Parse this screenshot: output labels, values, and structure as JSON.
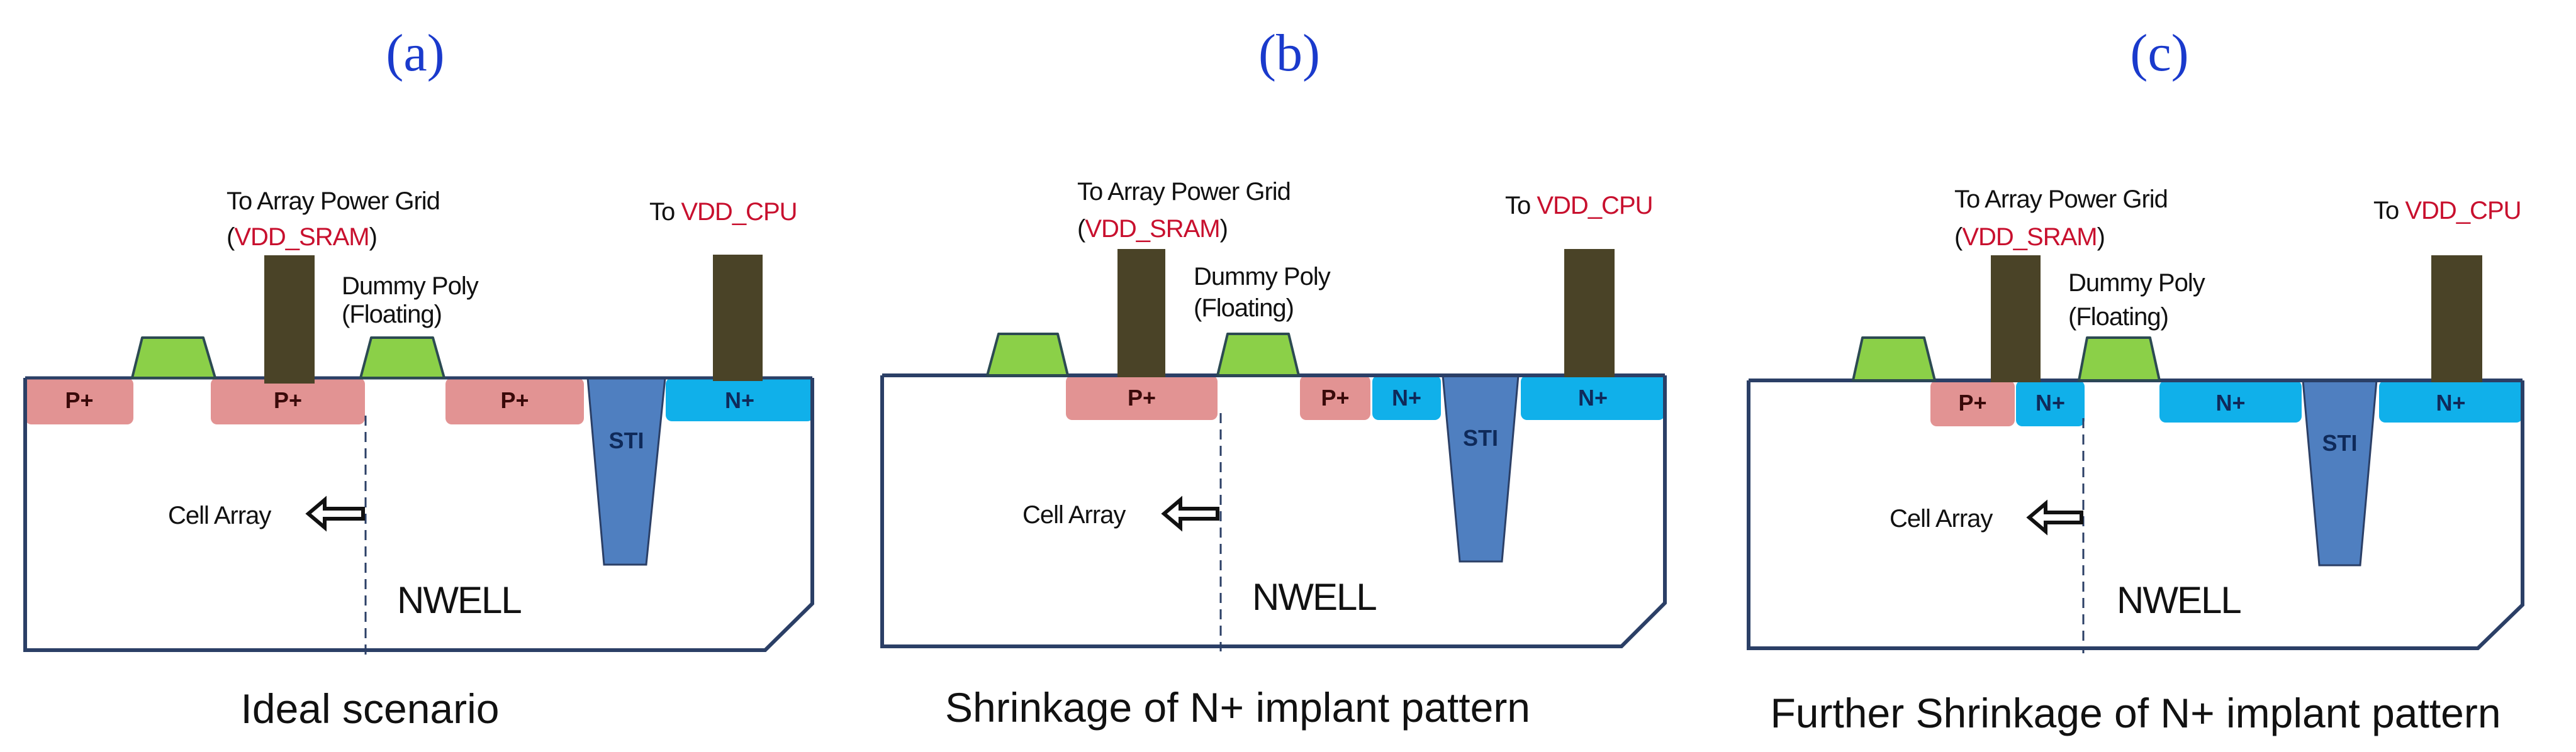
{
  "figure": {
    "colors": {
      "panel_label": "#1a3acc",
      "text": "#111111",
      "supply_red": "#c8102e",
      "p_plus": "#e29393",
      "n_plus": "#10b0ea",
      "sti": "#4f7fc0",
      "poly": "#8bd048",
      "poly_outline": "#2c4a52",
      "contact": "#4a4327",
      "nwell_outline": "#2b3f66",
      "label_dark": "#111111",
      "label_navy": "#0f2a5a"
    },
    "panels": [
      {
        "id": "a",
        "label": "(a)",
        "caption": "Ideal scenario",
        "array_grid_line1": "To Array Power Grid",
        "array_grid_open": "(",
        "array_grid_supply": "VDD_SRAM",
        "array_grid_close": ")",
        "dummy_poly_line1": "Dummy Poly",
        "dummy_poly_line2": "(Floating)",
        "cpu_prefix": "To ",
        "cpu_supply": "VDD_CPU",
        "cell_array": "Cell Array",
        "nwell": "NWELL",
        "regions": [
          {
            "type": "P+",
            "label": "P+"
          },
          {
            "type": "P+",
            "label": "P+"
          },
          {
            "type": "P+",
            "label": "P+"
          },
          {
            "type": "STI",
            "label": "STI"
          },
          {
            "type": "N+",
            "label": "N+"
          }
        ]
      },
      {
        "id": "b",
        "label": "(b)",
        "caption": "Shrinkage of N+ implant pattern",
        "array_grid_line1": "To Array Power Grid",
        "array_grid_open": "(",
        "array_grid_supply": "VDD_SRAM",
        "array_grid_close": ")",
        "dummy_poly_line1": "Dummy Poly",
        "dummy_poly_line2": "(Floating)",
        "cpu_prefix": "To ",
        "cpu_supply": "VDD_CPU",
        "cell_array": "Cell Array",
        "nwell": "NWELL",
        "regions": [
          {
            "type": "P+",
            "label": "P+"
          },
          {
            "type": "P+",
            "label": "P+"
          },
          {
            "type": "N+",
            "label": "N+"
          },
          {
            "type": "STI",
            "label": "STI"
          },
          {
            "type": "N+",
            "label": "N+"
          }
        ]
      },
      {
        "id": "c",
        "label": "(c)",
        "caption": "Further Shrinkage of N+ implant pattern",
        "array_grid_line1": "To Array Power Grid",
        "array_grid_open": "(",
        "array_grid_supply": "VDD_SRAM",
        "array_grid_close": ")",
        "dummy_poly_line1": "Dummy Poly",
        "dummy_poly_line2": "(Floating)",
        "cpu_prefix": "To ",
        "cpu_supply": "VDD_CPU",
        "cell_array": "Cell Array",
        "nwell": "NWELL",
        "regions": [
          {
            "type": "P+",
            "label": "P+"
          },
          {
            "type": "N+",
            "label": "N+"
          },
          {
            "type": "N+",
            "label": "N+"
          },
          {
            "type": "STI",
            "label": "STI"
          },
          {
            "type": "N+",
            "label": "N+"
          }
        ]
      }
    ]
  }
}
